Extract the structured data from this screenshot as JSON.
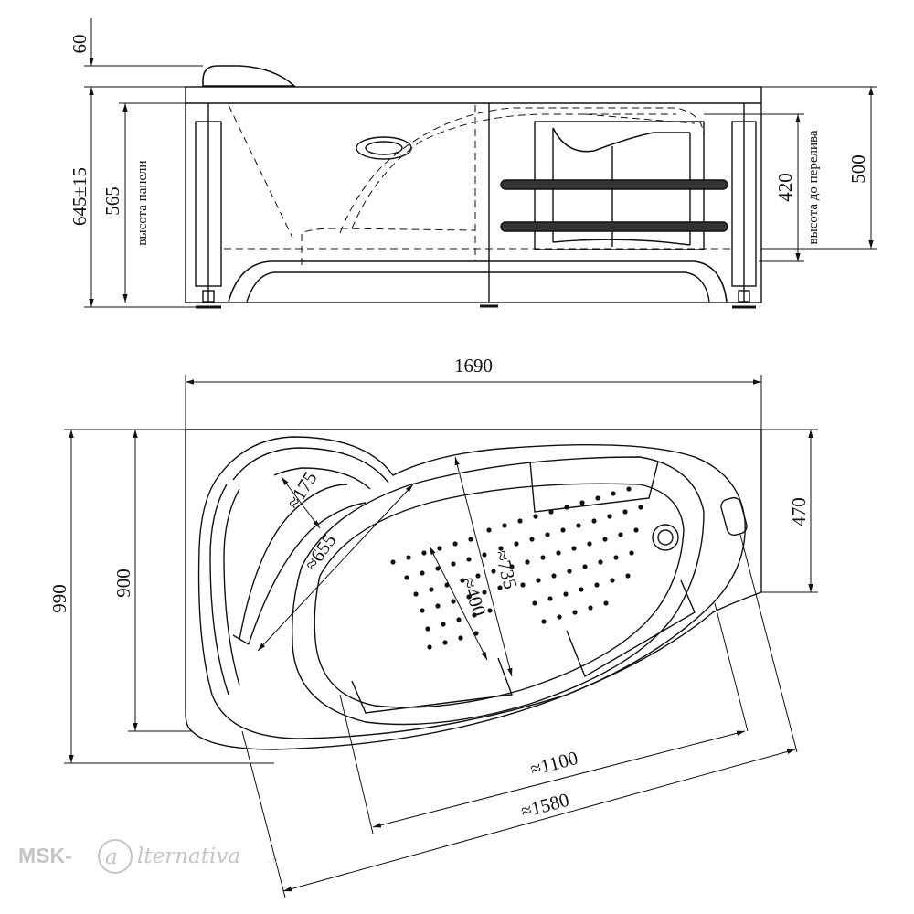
{
  "side_view": {
    "dims": {
      "top_offset": "60",
      "total_height": "645±15",
      "panel_height_value": "565",
      "panel_height_label": "высота панели",
      "overflow_height_value": "420",
      "overflow_height_label": "высота до перелива",
      "rim_height": "500"
    }
  },
  "top_view": {
    "dims": {
      "overall_length": "1690",
      "overall_width": "990",
      "short_width": "900",
      "right_end_width": "470",
      "inner_length": "≈1100",
      "diagonal_length": "≈1580",
      "headrest": "≈175",
      "backrest": "≈655",
      "bowl_width": "≈400",
      "bowl_length": "≈735"
    }
  },
  "watermark": {
    "brand_prefix": "MSK-",
    "brand_suffix": "lternativa",
    "domain": ".ru"
  }
}
